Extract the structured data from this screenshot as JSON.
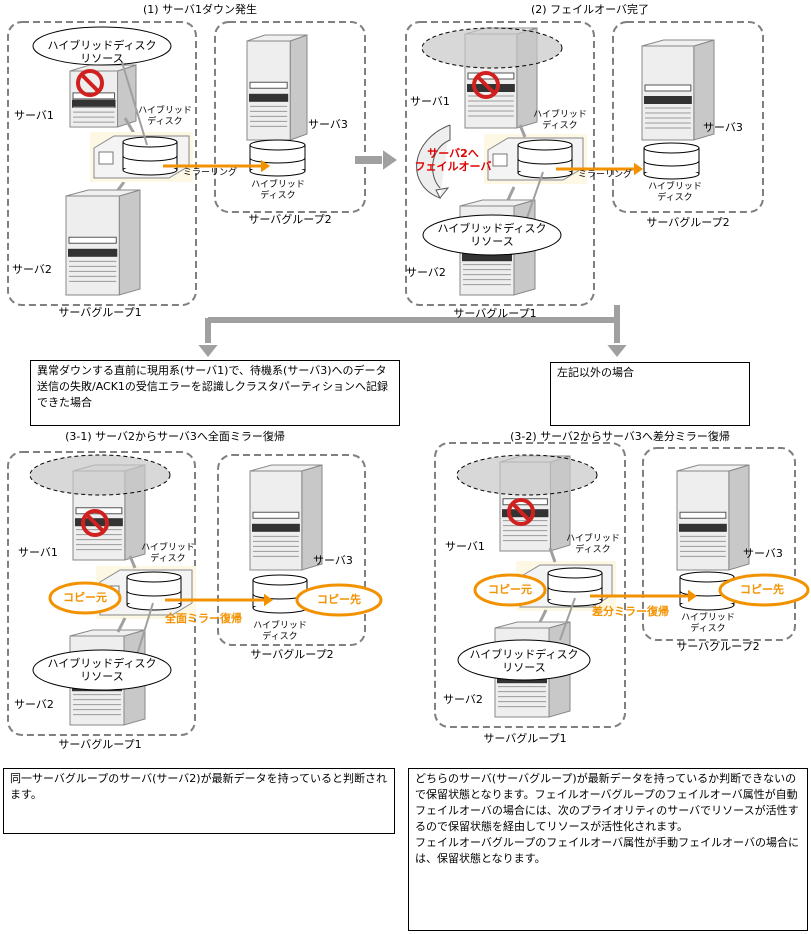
{
  "colors": {
    "accent_orange": "#f39200",
    "failover_red": "#e00000",
    "group_border": "#808080",
    "arrow_gray": "#a0a0a0"
  },
  "icons": [
    "server-tower-icon",
    "hybrid-disk-icon",
    "disk-enclosure-icon",
    "prohibited-icon",
    "failover-curved-arrow-icon"
  ],
  "panel1": {
    "title": "(1) サーバ1ダウン発生",
    "server1": "サーバ1",
    "server2": "サーバ2",
    "server3": "サーバ3",
    "resource": "ハイブリッドディスク\nリソース",
    "hd1": "ハイブリッド\nディスク",
    "hd2": "ハイブリッド\nディスク",
    "mirroring": "ミラーリング",
    "group1": "サーバグループ1",
    "group2": "サーバグループ2"
  },
  "panel2": {
    "title": "(2) フェイルオーバ完了",
    "server1": "サーバ1",
    "server2": "サーバ2",
    "server3": "サーバ3",
    "failover": "サーバ2へ\nフェイルオーバ",
    "resource": "ハイブリッドディスク\nリソース",
    "hd1": "ハイブリッド\nディスク",
    "hd2": "ハイブリッド\nディスク",
    "mirroring": "ミラーリング",
    "group1": "サーバグループ1",
    "group2": "サーバグループ2"
  },
  "condition_left": "異常ダウンする直前に現用系(サーバ1)で、待機系(サーバ3)へのデータ送信の失敗/ACK1の受信エラーを認識しクラスタパーティションへ記録できた場合",
  "condition_right": "左記以外の場合",
  "panel3": {
    "title": "(3-1) サーバ2からサーバ3へ全面ミラー復帰",
    "server1": "サーバ1",
    "server2": "サーバ2",
    "server3": "サーバ3",
    "resource": "ハイブリッドディスク\nリソース",
    "hd1": "ハイブリッド\nディスク",
    "hd2": "ハイブリッド\nディスク",
    "copy_src": "コピー元",
    "copy_dst": "コピー先",
    "recovery": "全面ミラー復帰",
    "group1": "サーバグループ1",
    "group2": "サーバグループ2"
  },
  "panel4": {
    "title": "(3-2) サーバ2からサーバ3へ差分ミラー復帰",
    "server1": "サーバ1",
    "server2": "サーバ2",
    "server3": "サーバ3",
    "resource": "ハイブリッドディスク\nリソース",
    "hd1": "ハイブリッド\nディスク",
    "hd2": "ハイブリッド\nディスク",
    "copy_src": "コピー元",
    "copy_dst": "コピー先",
    "recovery": "差分ミラー復帰",
    "group1": "サーバグループ1",
    "group2": "サーバグループ2"
  },
  "result_left": "同一サーバグループのサーバ(サーバ2)が最新データを持っていると判断されます。",
  "result_right": "どちらのサーバ(サーバグループ)が最新データを持っているか判断できないので保留状態となります。フェイルオーバグループのフェイルオーバ属性が自動フェイルオーバの場合には、次のプライオリティのサーバでリソースが活性するので保留状態を経由してリソースが活性化されます。\nフェイルオーバグループのフェイルオーバ属性が手動フェイルオーバの場合には、保留状態となります。"
}
